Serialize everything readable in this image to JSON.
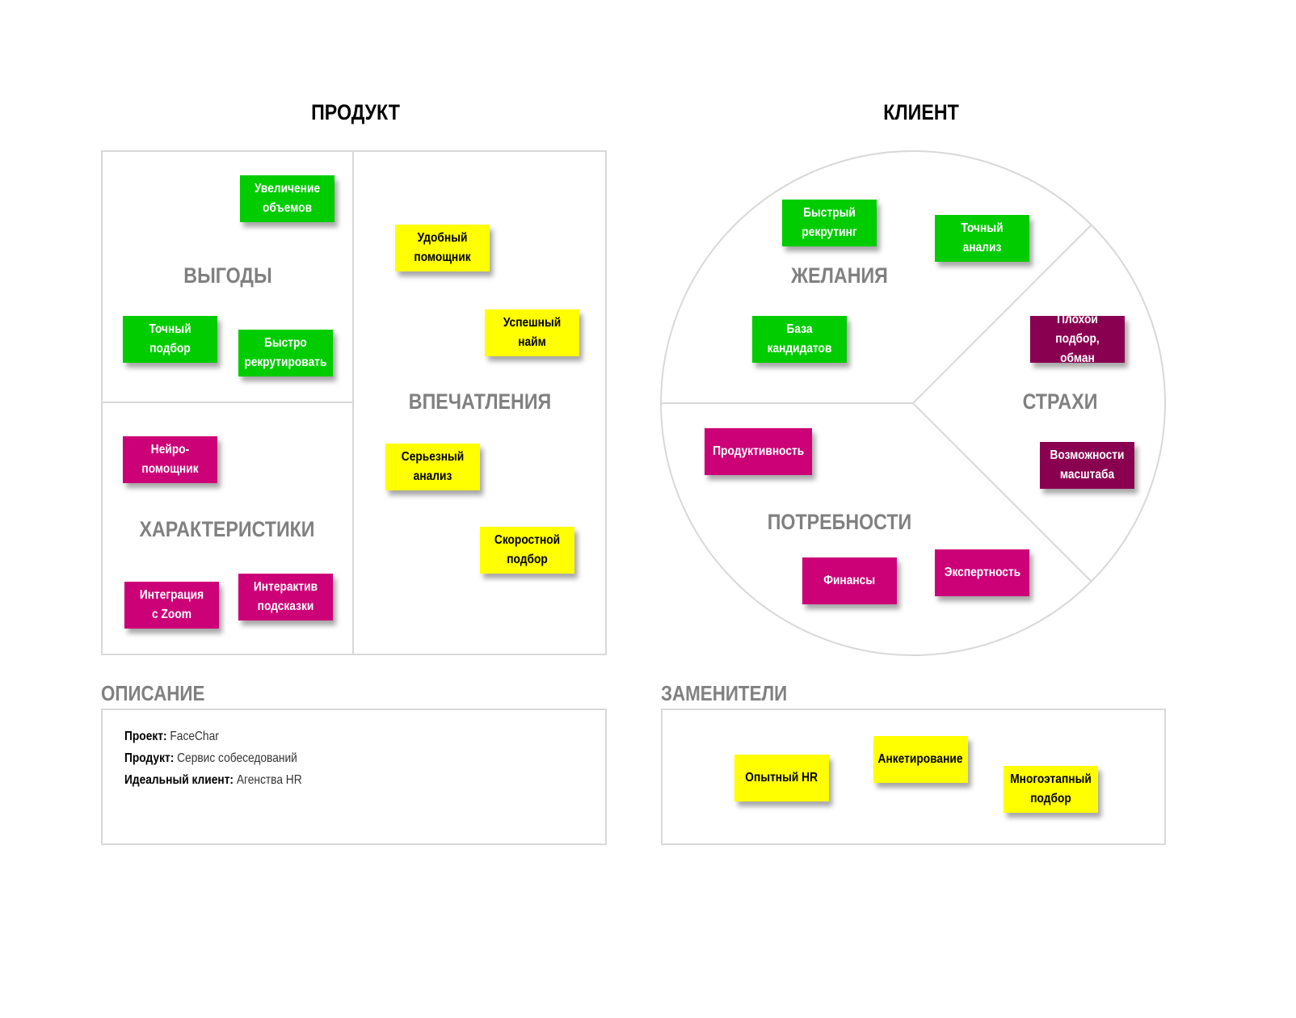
{
  "product": {
    "title": "ПРОДУКТ",
    "zones": {
      "benefits": "ВЫГОДЫ",
      "features": "ХАРАКТЕРИСТИКИ",
      "experience": "ВПЕЧАТЛЕНИЯ"
    },
    "benefits_notes": [
      "Увеличение объемов",
      "Точный подбор",
      "Быстро рекрутировать"
    ],
    "features_notes": [
      "Нейро-помощник",
      "Интеграция с Zoom",
      "Интерактив подсказки"
    ],
    "experience_notes": [
      "Удобный помощник",
      "Успешный найм",
      "Серьезный анализ",
      "Скоростной подбор"
    ]
  },
  "client": {
    "title": "КЛИЕНТ",
    "zones": {
      "wants": "ЖЕЛАНИЯ",
      "fears": "СТРАХИ",
      "needs": "ПОТРЕБНОСТИ"
    },
    "wants_notes": [
      "Быстрый рекрутинг",
      "Точный анализ",
      "База кандидатов"
    ],
    "fears_notes": [
      "Плохой подбор, обман",
      "Возможности масштаба"
    ],
    "needs_notes": [
      "Продуктивность",
      "Финансы",
      "Экспертность"
    ]
  },
  "description": {
    "label": "ОПИСАНИЕ",
    "project_key": "Проект:",
    "project_value": "FaceChar",
    "product_key": "Продукт:",
    "product_value": "Сервис собеседований",
    "client_key": "Идеальный клиент:",
    "client_value": "Агенства HR"
  },
  "substitutes": {
    "label": "ЗАМЕНИТЕЛИ",
    "notes": [
      "Опытный HR",
      "Анкетирование",
      "Многоэтапный подбор"
    ]
  },
  "colors": {
    "benefit_green": "#00cc00",
    "experience_yellow": "#ffff00",
    "feature_magenta": "#cc0077",
    "fear_plum": "#8a0050",
    "zone_label_gray": "#808080",
    "border_gray": "#d8d8d8"
  }
}
